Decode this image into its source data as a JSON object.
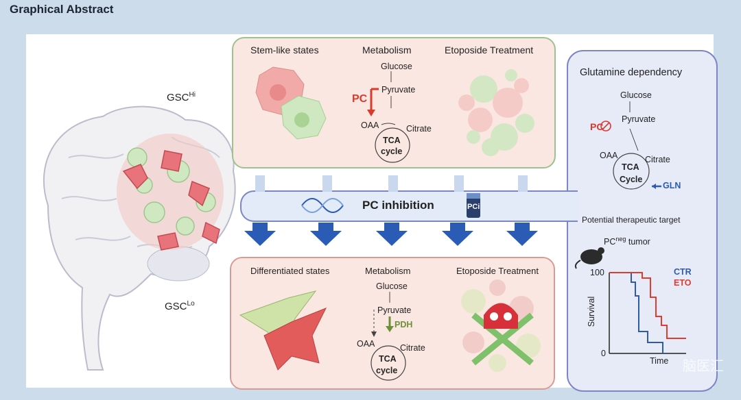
{
  "title": "Graphical Abstract",
  "gsc": {
    "hi": {
      "base": "GSC",
      "sup": "Hi"
    },
    "lo": {
      "base": "GSC",
      "sup": "Lo"
    }
  },
  "top_panel": {
    "stem_like_states": "Stem-like states",
    "metabolism": "Metabolism",
    "etoposide_treatment": "Etoposide Treatment",
    "glucose": "Glucose",
    "pyruvate": "Pyruvate",
    "pc": "PC",
    "oaa": "OAA",
    "citrate": "Citrate",
    "tca": "TCA",
    "cycle": "cycle"
  },
  "pc_inhibition": {
    "label": "PC inhibition",
    "drug_label": "PCi"
  },
  "bottom_panel": {
    "differentiated_states": "Differentiated states",
    "metabolism": "Metabolism",
    "etoposide_treatment": "Etoposide Treatment",
    "glucose": "Glucose",
    "pyruvate": "Pyruvate",
    "pdh": "PDH",
    "oaa": "OAA",
    "citrate": "Citrate",
    "tca": "TCA",
    "cycle": "cycle"
  },
  "right_panel": {
    "glutamine_dependency": "Glutamine dependency",
    "glucose": "Glucose",
    "pc": "PC",
    "pyruvate": "Pyruvate",
    "oaa": "OAA",
    "citrate": "Citrate",
    "tca": "TCA",
    "cycle": "Cycle",
    "gln": "GLN",
    "potential_target": "Potential therapeutic target",
    "tumor_base": "PC",
    "tumor_sup": "neg",
    "tumor_suffix": " tumor"
  },
  "survival_plot": {
    "ylabel": "Survival",
    "xlabel": "Time",
    "y_ticks": [
      "100",
      "0"
    ],
    "legend": [
      "CTR",
      "ETO"
    ],
    "colors": {
      "ctr": "#2f5aa8",
      "eto": "#e23a2e"
    }
  },
  "watermark": "脑医汇",
  "colors": {
    "pc_red": "#d83a2c",
    "pdh_green": "#6e8f3a",
    "gln_blue": "#2a5bb5",
    "arrow_blue": "#2a5bb5"
  }
}
